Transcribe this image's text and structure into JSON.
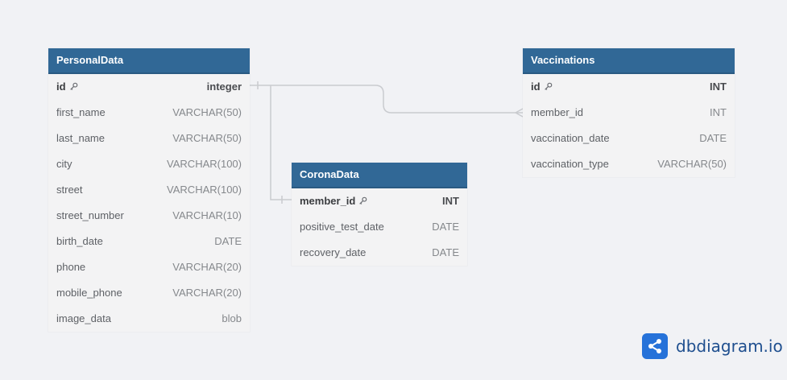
{
  "tables": {
    "personal": {
      "name": "PersonalData",
      "fields": [
        {
          "name": "id",
          "type": "integer",
          "pk": true
        },
        {
          "name": "first_name",
          "type": "VARCHAR(50)"
        },
        {
          "name": "last_name",
          "type": "VARCHAR(50)"
        },
        {
          "name": "city",
          "type": "VARCHAR(100)"
        },
        {
          "name": "street",
          "type": "VARCHAR(100)"
        },
        {
          "name": "street_number",
          "type": "VARCHAR(10)"
        },
        {
          "name": "birth_date",
          "type": "DATE"
        },
        {
          "name": "phone",
          "type": "VARCHAR(20)"
        },
        {
          "name": "mobile_phone",
          "type": "VARCHAR(20)"
        },
        {
          "name": "image_data",
          "type": "blob"
        }
      ]
    },
    "corona": {
      "name": "CoronaData",
      "fields": [
        {
          "name": "member_id",
          "type": "INT",
          "pk": true
        },
        {
          "name": "positive_test_date",
          "type": "DATE"
        },
        {
          "name": "recovery_date",
          "type": "DATE"
        }
      ]
    },
    "vacc": {
      "name": "Vaccinations",
      "fields": [
        {
          "name": "id",
          "type": "INT",
          "pk": true
        },
        {
          "name": "member_id",
          "type": "INT"
        },
        {
          "name": "vaccination_date",
          "type": "DATE"
        },
        {
          "name": "vaccination_type",
          "type": "VARCHAR(50)"
        }
      ]
    }
  },
  "relationships": [
    {
      "from": "PersonalData.id",
      "to": "Vaccinations.member_id",
      "from_end": "one",
      "to_end": "many"
    },
    {
      "from": "PersonalData.id",
      "to": "CoronaData.member_id",
      "from_end": "one",
      "to_end": "one"
    }
  ],
  "brand": {
    "name": "dbdiagram.io",
    "header_color": "#316896",
    "logo_color": "#2672d9"
  }
}
